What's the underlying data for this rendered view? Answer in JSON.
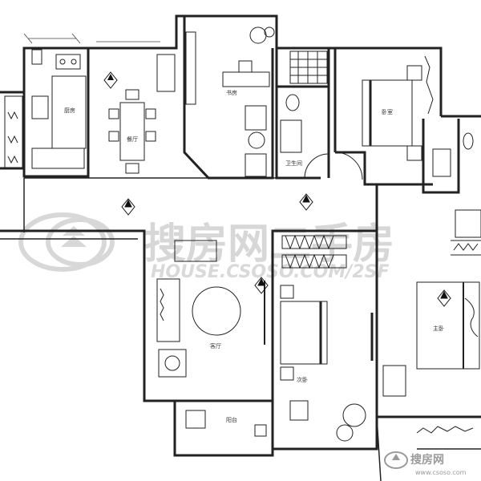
{
  "watermark": {
    "brand_chinese": "搜房网二手房",
    "site": "HOUSE.CSOSO.COM/2SF"
  },
  "corner_watermark": {
    "text": "搜房网",
    "url": "www.csoso.com"
  },
  "rooms": {
    "kitchen": "厨房",
    "dining": "餐厅",
    "study": "书房",
    "bedroom_ne": "卧室",
    "bathroom_e": "卫生间",
    "living": "客厅",
    "bedroom_center": "次卧",
    "master": "主卧",
    "balcony": "阳台"
  },
  "colors": {
    "line": "#222222",
    "watermark": "#d7d7d7"
  }
}
